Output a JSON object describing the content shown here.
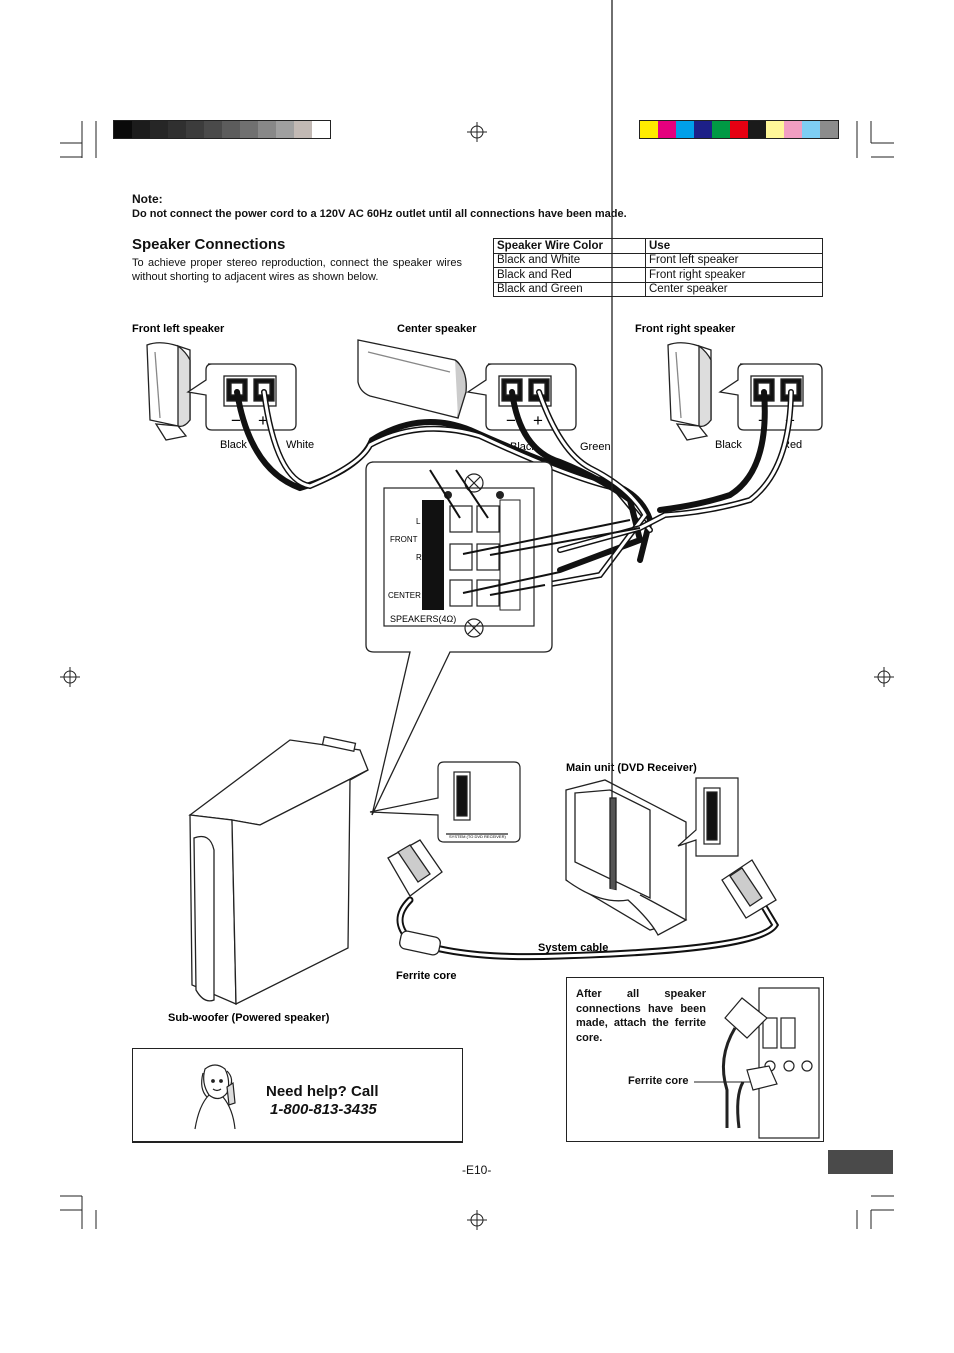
{
  "color_bar_left": [
    "#0a0a0a",
    "#1c1c1c",
    "#262626",
    "#303030",
    "#3c3c3c",
    "#4a4a4a",
    "#5c5c5c",
    "#707070",
    "#888888",
    "#a0a0a0",
    "#c2b9b4",
    "#ffffff"
  ],
  "color_bar_right": [
    "#ffec00",
    "#e5007e",
    "#00a0e9",
    "#1d2088",
    "#009944",
    "#e60012",
    "#1a1a1a",
    "#fff799",
    "#f19ec2",
    "#7ecef4",
    "#8c8c8c"
  ],
  "note": {
    "label": "Note:",
    "text": "Do not connect the power cord to a 120V AC 60Hz outlet until all connections have been made."
  },
  "speaker_connections": {
    "heading": "Speaker Connections",
    "intro": "To achieve proper stereo reproduction, connect the speaker wires without shorting to adjacent wires as shown below."
  },
  "wire_table": {
    "headers": [
      "Speaker Wire Color",
      "Use"
    ],
    "rows": [
      [
        "Black and White",
        "Front left speaker"
      ],
      [
        "Black and Red",
        "Front right speaker"
      ],
      [
        "Black and Green",
        "Center speaker"
      ]
    ]
  },
  "diagram": {
    "front_left_label": "Front left speaker",
    "center_label": "Center speaker",
    "front_right_label": "Front right speaker",
    "wire_black_1": "Black",
    "wire_white": "White",
    "wire_black_2": "Black",
    "wire_green": "Green",
    "wire_black_3": "Black",
    "wire_red": "Red",
    "minus_sign": "−",
    "plus_sign": "+",
    "panel_l": "L",
    "panel_front": "FRONT",
    "panel_r": "R",
    "panel_center": "CENTER",
    "panel_speakers": "SPEAKERS(4Ω)",
    "sub_port_label": "SYSTEM (TO DVD RECEIVER)",
    "main_unit_label": "Main unit (DVD Receiver)",
    "system_cable_label": "System cable",
    "ferrite_label": "Ferrite core",
    "subwoofer_label": "Sub-woofer (Powered speaker)"
  },
  "ferrite_box": {
    "instruction": "After all speaker connections have been made, attach the ferrite core.",
    "label": "Ferrite core"
  },
  "help": {
    "line1": "Need help? Call",
    "phone": "1-800-813-3435"
  },
  "page_number": "-E10-"
}
